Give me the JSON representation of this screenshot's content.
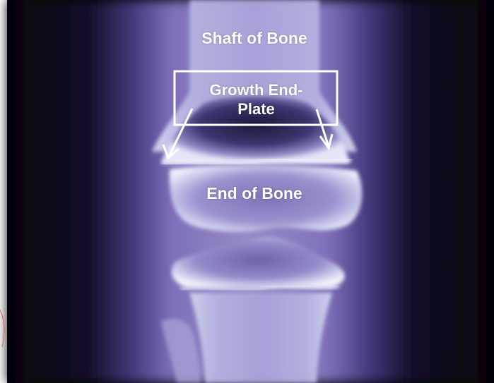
{
  "labels": {
    "shaft": "Shaft of Bone",
    "growth_plate": "Growth End-\nPlate",
    "end_of_bone": "End of Bone"
  },
  "colors": {
    "background": "#000000",
    "bone_glow": "#d9dcf4",
    "soft_tissue": "#7a6ab5",
    "annotation": "#ffffff",
    "corner_curve": "#e25858"
  }
}
